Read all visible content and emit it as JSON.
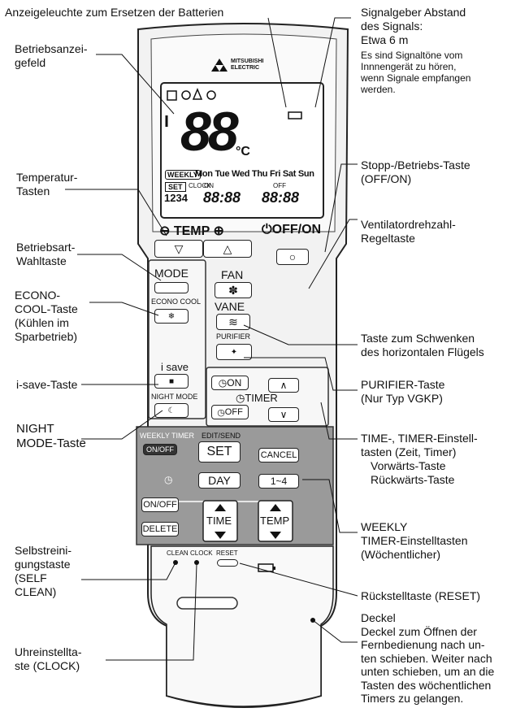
{
  "callouts": {
    "battery_indicator": "Anzeigeleuchte zum Ersetzen der Batterien",
    "display_field": [
      "Betriebsanzei-",
      "gefeld"
    ],
    "temp_keys": [
      "Temperatur-",
      "Tasten"
    ],
    "mode_select": [
      "Betriebsart-",
      "Wahltaste"
    ],
    "econo_cool": [
      "ECONO-",
      "COOL-Taste",
      "(Kühlen im",
      "Sparbetrieb)"
    ],
    "isave": "i-save-Taste",
    "night_mode": [
      "NIGHT",
      "MODE-Taste"
    ],
    "self_clean": [
      "Selbstreini-",
      "gungstaste",
      "(SELF",
      "CLEAN)"
    ],
    "clock": [
      "Uhreinstellta-",
      "ste (CLOCK)"
    ],
    "signal_title": [
      "Signalgeber Abstand",
      "des Signals:",
      "Etwa 6 m"
    ],
    "signal_note": [
      "Es sind Signaltöne vom",
      "Innnengerät zu hören,",
      "wenn Signale empfangen",
      "werden."
    ],
    "stop_run": [
      "Stopp-/Betriebs-Taste",
      "(OFF/ON)"
    ],
    "fan_speed": [
      "Ventilatordrehzahl-",
      "Regeltaste"
    ],
    "vane": [
      "Taste zum Schwenken",
      "des horizontalen Flügels"
    ],
    "purifier": [
      "PURIFIER-Taste",
      "(Nur Typ VGKP)"
    ],
    "time_timer": [
      "TIME-, TIMER-Einstell-",
      "tasten (Zeit, Timer)",
      "Vorwärts-Taste",
      "Rückwärts-Taste"
    ],
    "weekly": [
      "WEEKLY",
      "TIMER-Einstelltasten",
      "(Wöchentlicher)"
    ],
    "reset": "Rückstelltaste (RESET)",
    "cover": [
      "Deckel",
      "Deckel zum Öffnen der",
      "Fernbedienung nach un-",
      "ten schieben. Weiter nach",
      "unten schieben, um an die",
      "Tasten des wöchentlichen",
      "Timers zu gelangen."
    ]
  },
  "remote": {
    "brand": [
      "MITSUBISHI",
      "ELECTRIC"
    ],
    "display": {
      "digits": "88",
      "unit": "°C",
      "weekly_badge": "WEEKLY",
      "days": "Mon Tue Wed Thu Fri Sat Sun",
      "set_badge": "SET",
      "clock_label": "CLOCK",
      "on_label": "ON",
      "off_label": "OFF",
      "prog": "1234",
      "time1": "88:88",
      "time2": "88:88"
    },
    "temp_label": "TEMP",
    "offon_label": "OFF/ON",
    "buttons": {
      "mode": "MODE",
      "econo_cool": "ECONO COOL",
      "isave": "i save",
      "night_mode": "NIGHT MODE",
      "fan": "FAN",
      "vane": "VANE",
      "purifier": "PURIFIER",
      "on": "ON",
      "timer": "TIMER",
      "off": "OFF",
      "weekly_timer": "WEEKLY TIMER",
      "onoff_small": "ON/OFF",
      "edit_send": "EDIT/SEND",
      "set": "SET",
      "cancel": "CANCEL",
      "day": "DAY",
      "range": "1~4",
      "onoff": "ON/OFF",
      "delete": "DELETE",
      "time": "TIME",
      "temp": "TEMP",
      "clean": "CLEAN",
      "clock": "CLOCK",
      "reset": "RESET"
    }
  }
}
